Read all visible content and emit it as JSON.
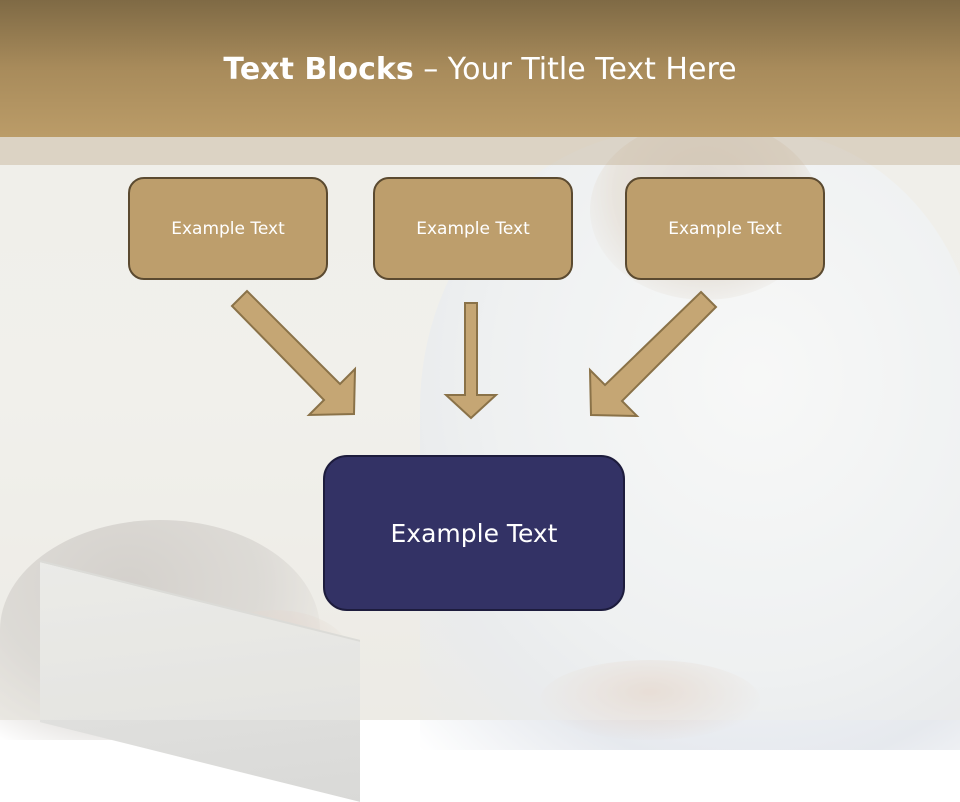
{
  "title": {
    "bold": "Text Blocks",
    "rest": " – Your Title Text Here"
  },
  "boxes": {
    "top": [
      "Example Text",
      "Example Text",
      "Example Text"
    ],
    "bottom": "Example Text"
  },
  "colors": {
    "header": "#a88b5b",
    "top_box_fill": "#bd9e6c",
    "bottom_box_fill": "#333265",
    "arrow_fill": "#c5a674"
  }
}
